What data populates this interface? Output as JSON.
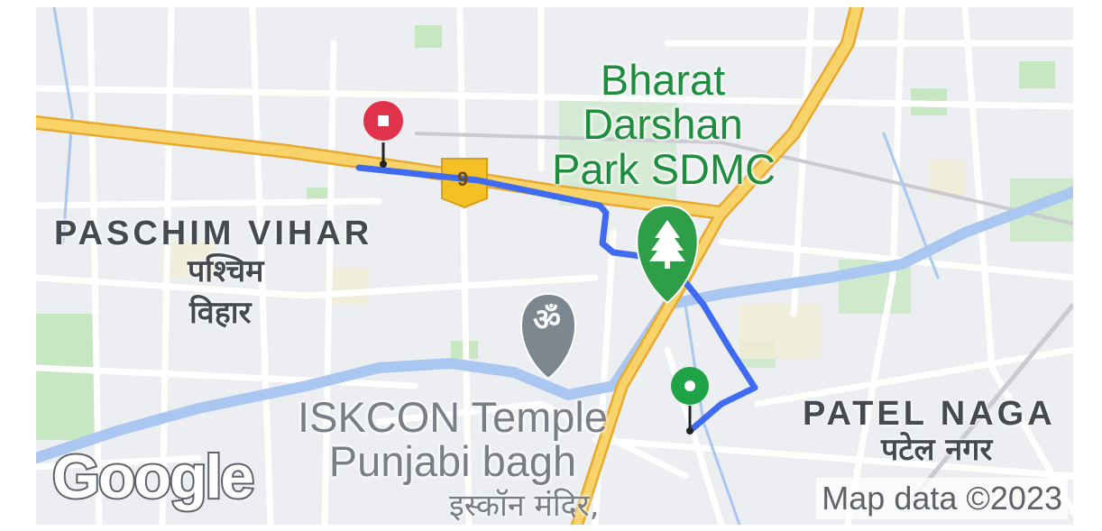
{
  "map": {
    "areas": [
      {
        "id": "paschim-vihar",
        "name_en": "PASCHIM VIHAR",
        "name_hi_line1": "पश्चिम",
        "name_hi_line2": "विहार"
      },
      {
        "id": "patel-nagar",
        "name_en": "PATEL NAGA",
        "name_hi": "पटेल नगर"
      }
    ],
    "pois": {
      "park": {
        "line1": "Bharat",
        "line2": "Darshan",
        "line3": "Park SDMC",
        "icon": "tree-icon"
      },
      "temple": {
        "line1": "ISKCON Temple",
        "line2": "Punjabi bagh",
        "line3": "इस्कॉन मंदिर,",
        "icon": "om-icon"
      }
    },
    "highway_shield": "9",
    "route": {
      "color": "#4a6cf7",
      "start_color": "#1ea446",
      "end_color": "#e0334b"
    },
    "colors": {
      "road_major": "#f6c44f",
      "water": "#a9c7f0",
      "park": "#b8e3b4"
    },
    "attribution": "Map data ©2023",
    "logo_text": "Google"
  }
}
